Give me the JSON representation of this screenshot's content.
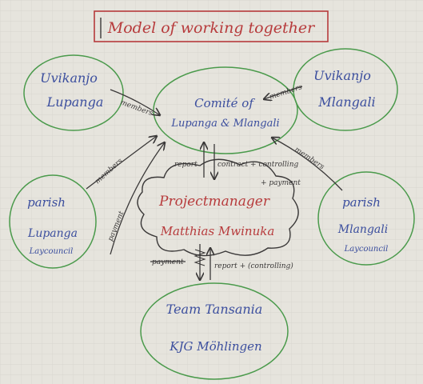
{
  "title": "Model of working together",
  "nodes": {
    "uvikanjo_lupanga": {
      "line1": "Uvikanjo",
      "line2": "Lupanga"
    },
    "uvikanjo_mlangali": {
      "line1": "Uvikanjo",
      "line2": "Mlangali"
    },
    "comite": {
      "line1": "Comité of",
      "line2": "Lupanga & Mlangali"
    },
    "parish_lupanga": {
      "line1": "parish",
      "line2": "Lupanga",
      "line3": "Laycouncil"
    },
    "parish_mlangali": {
      "line1": "parish",
      "line2": "Mlangali",
      "line3": "Laycouncil"
    },
    "project_manager": {
      "line1": "Projectmanager",
      "line2": "Matthias Mwinuka"
    },
    "team": {
      "line1": "Team Tansania",
      "line2": "KJG Möhlingen"
    }
  },
  "edge_labels": {
    "members_left": "members",
    "members_right": "members",
    "members_parish_left": "members",
    "members_parish_right": "members",
    "payment_left": "payment",
    "report": "report",
    "contract": "contract + controlling",
    "contract_payment": "+ payment",
    "payment_crossed": "payment",
    "report_controlling": "report + (controlling)"
  },
  "colors": {
    "paper": "#e6e4dd",
    "grid": "#d3d2cc",
    "blue_ink": "#3b4e9e",
    "red_ink": "#b73b3c",
    "green_ink": "#4a9a4b",
    "dark_ink": "#3a3838"
  }
}
